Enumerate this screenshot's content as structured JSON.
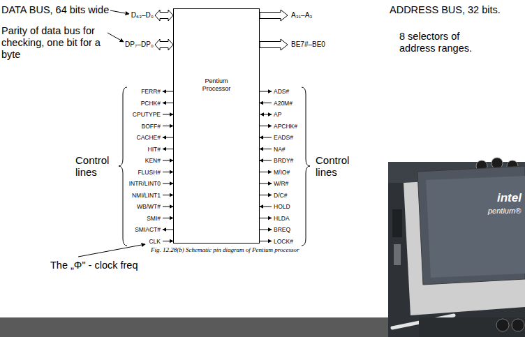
{
  "diagram": {
    "caption": "Fig. 12.28(b) Schematic pin diagram of Pentium processor",
    "nodes": [
      {
        "text": [
          "Pentium Processor"
        ]
      }
    ],
    "labels": [
      "DATA BUS, 64 bits wide",
      "D₆₃–D₀",
      "ADDRESS BUS, 32 bits.",
      "A₃₁–A₃",
      "Parity of data bus for checking, one bit for a byte",
      "DP₇–DP₀",
      "8 selectors of address ranges.",
      "BE7#–BE0",
      "FERR#",
      "PCHK#",
      "CPUTYPE",
      "BOFF#",
      "CACHE#",
      "HIT#",
      "KEN#",
      "FLUSH#",
      "INTR/LINT0",
      "NMI/LINT1",
      "WB/WT#",
      "SMI#",
      "SMIACT#",
      "CLK",
      "ADS#",
      "A20M#",
      "AP",
      "APCHK#",
      "EADS#",
      "NA#",
      "BRDY#",
      "M/IO#",
      "W/R#",
      "D/C#",
      "HOLD",
      "HLDA",
      "BREQ",
      "LOCK#",
      "Control lines",
      "Control lines",
      "The „Φ\" - clock freq",
      "intel",
      "pentium®"
    ]
  }
}
